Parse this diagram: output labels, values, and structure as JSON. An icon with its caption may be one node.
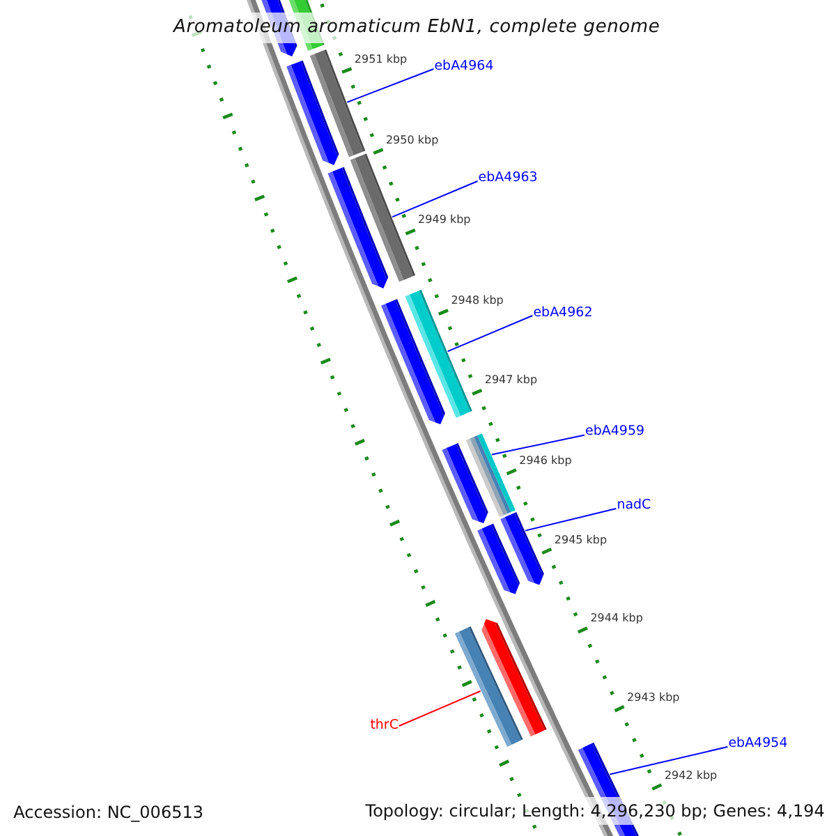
{
  "diagram": {
    "title": "Aromatoleum aromaticum EbN1, complete genome",
    "nodes": [
      {
        "text": [
          "ebA4964"
        ]
      },
      {
        "text": [
          "ebA4963"
        ]
      },
      {
        "text": [
          "ebA4962"
        ]
      },
      {
        "text": [
          "ebA4959"
        ]
      },
      {
        "text": [
          "nadC"
        ]
      },
      {
        "text": [
          "thrC"
        ]
      },
      {
        "text": [
          "ebA4954"
        ]
      },
      {
        "text": [],
        "shape": "pentagon"
      },
      {
        "text": [],
        "shape": "bar"
      },
      {
        "text": [],
        "shape": "pentagon"
      },
      {
        "text": [],
        "shape": "bar"
      },
      {
        "text": [],
        "shape": "pentagon"
      },
      {
        "text": [],
        "shape": "bar"
      },
      {
        "text": [],
        "shape": "pentagon"
      },
      {
        "text": [],
        "shape": "bar"
      },
      {
        "text": [],
        "shape": "pentagon"
      },
      {
        "text": [],
        "shape": "bar"
      },
      {
        "text": [],
        "shape": "pentagon"
      },
      {
        "text": [],
        "shape": "pentagon"
      },
      {
        "text": [],
        "shape": "pentagon"
      },
      {
        "text": [],
        "shape": "bar"
      },
      {
        "text": [],
        "shape": "pentagon"
      }
    ],
    "edges": [
      {
        "from": 0,
        "to": 10,
        "arrow": "none"
      },
      {
        "from": 1,
        "to": 12,
        "arrow": "none"
      },
      {
        "from": 2,
        "to": 14,
        "arrow": "none"
      },
      {
        "from": 3,
        "to": 16,
        "arrow": "none"
      },
      {
        "from": 4,
        "to": 18,
        "arrow": "none"
      },
      {
        "from": 5,
        "to": 20,
        "arrow": "none",
        "color": "#ff0000"
      },
      {
        "from": 6,
        "to": 21,
        "arrow": "none"
      }
    ],
    "labels": [
      "2951 kbp",
      "2950 kbp",
      "2949 kbp",
      "2948 kbp",
      "2947 kbp",
      "2946 kbp",
      "2945 kbp",
      "2944 kbp",
      "2943 kbp",
      "2942 kbp",
      "Accession: NC_006513",
      "Topology: circular; Length: 4,296,230 bp; Genes: 4,194"
    ]
  }
}
